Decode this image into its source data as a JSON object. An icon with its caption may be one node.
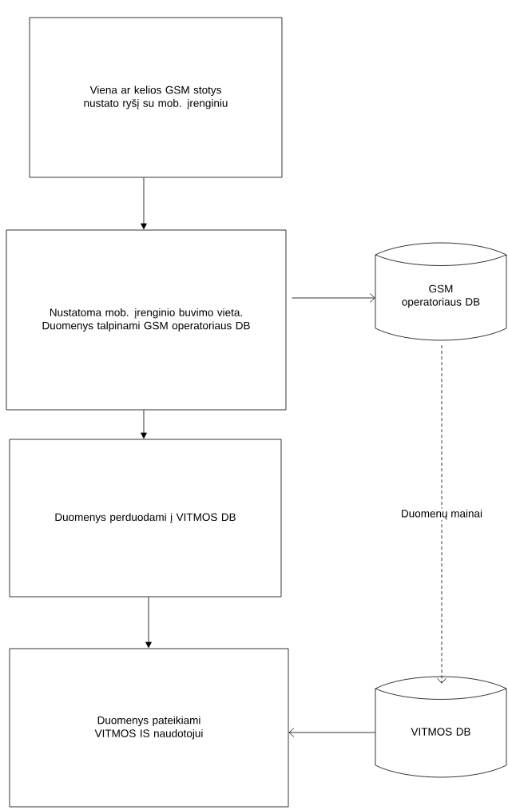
{
  "diagram": {
    "nodes": [
      {
        "text": [
          "Viena ar kelios GSM stotys nustato ryšį su mob. įrenginiu"
        ]
      },
      {
        "text": [
          "Nustatoma mob. įrenginio buvimo vieta. Duomenys talpinami GSM operatoriaus DB"
        ]
      },
      {
        "text": [
          "GSM operatoriaus DB"
        ]
      },
      {
        "text": [
          "Duomenys perduodami į VITMOS DB"
        ]
      },
      {
        "text": [
          "Duomenys pateikiami VITMOS IS naudotojui"
        ]
      },
      {
        "text": [
          "VITMOS DB"
        ]
      }
    ],
    "edges": [
      {
        "from": 0,
        "to": 1,
        "arrow": "to"
      },
      {
        "from": 1,
        "to": 2,
        "arrow": "to"
      },
      {
        "from": 1,
        "to": 3,
        "arrow": "to"
      },
      {
        "from": 3,
        "to": 4,
        "arrow": "to"
      },
      {
        "from": 2,
        "to": 5,
        "arrow": "to",
        "style": "dashed",
        "label": "Duomenų mainai"
      },
      {
        "from": 5,
        "to": 4,
        "arrow": "to"
      }
    ]
  }
}
